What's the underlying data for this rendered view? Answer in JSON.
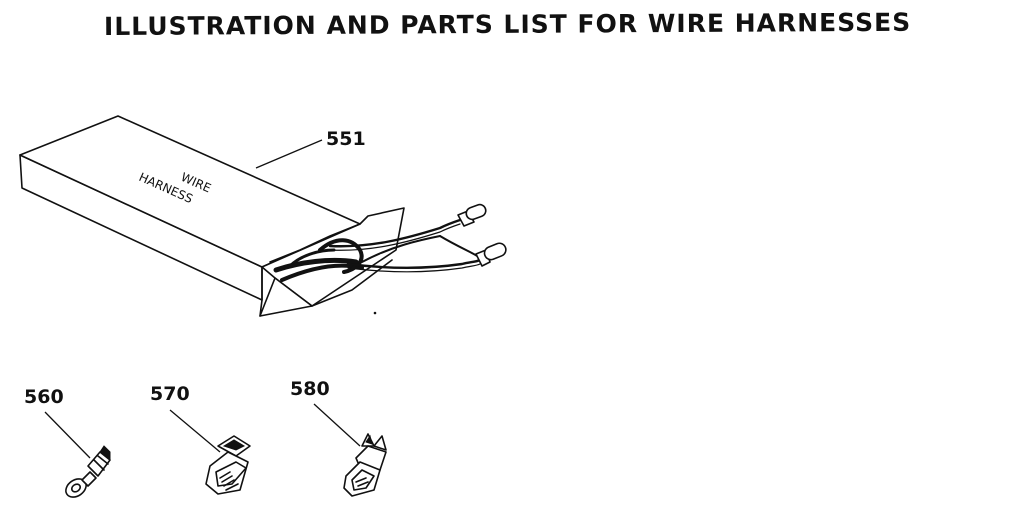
{
  "title": "ILLUSTRATION AND PARTS LIST FOR WIRE HARNESSES",
  "box_label": {
    "line1": "WIRE",
    "line2": "HARNESS"
  },
  "parts": [
    {
      "number": "551",
      "icon": "wire-harness-package-icon"
    },
    {
      "number": "560",
      "icon": "ring-terminal-icon"
    },
    {
      "number": "570",
      "icon": "flag-terminal-icon"
    },
    {
      "number": "580",
      "icon": "quick-disconnect-terminal-icon"
    }
  ]
}
